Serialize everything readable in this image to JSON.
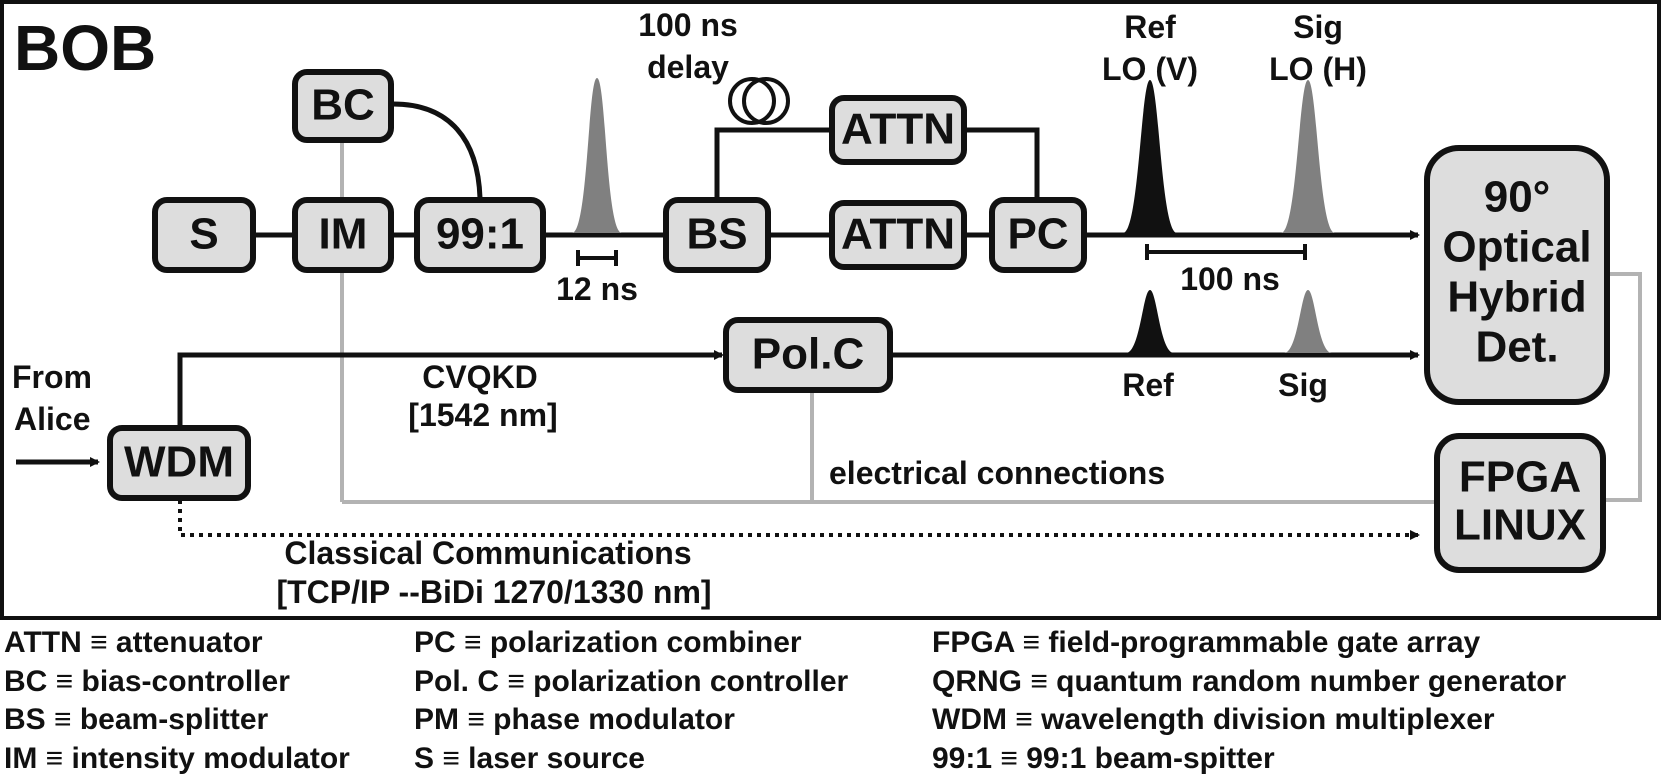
{
  "title": "BOB",
  "blocks": {
    "s": "S",
    "im": "IM",
    "bc": "BC",
    "splitter99": "99:1",
    "bs": "BS",
    "attn_top": "ATTN",
    "attn_bottom": "ATTN",
    "pc": "PC",
    "hybrid": [
      "90°",
      "Optical",
      "Hybrid",
      "Det."
    ],
    "polc": "Pol.C",
    "wdm": "WDM",
    "fpga": [
      "FPGA",
      "LINUX"
    ]
  },
  "labels": {
    "delay": [
      "100 ns",
      "delay"
    ],
    "pulse_width": "12 ns",
    "ref_lo": [
      "Ref",
      "LO (V)"
    ],
    "sig_lo": [
      "Sig",
      "LO (H)"
    ],
    "spacing": "100 ns",
    "from_alice": [
      "From",
      "Alice"
    ],
    "cvqkd": [
      "CVQKD",
      "[1542 nm]"
    ],
    "ref": "Ref",
    "sig": "Sig",
    "electrical": "electrical connections",
    "classical": [
      "Classical Communications",
      "[TCP/IP --BiDi 1270/1330 nm]"
    ]
  },
  "legend": {
    "col1": [
      "ATTN ≡ attenuator",
      "BC ≡ bias-controller",
      "BS ≡ beam-splitter",
      "IM ≡ intensity modulator"
    ],
    "col2": [
      "PC ≡ polarization combiner",
      "Pol. C ≡ polarization controller",
      "PM ≡ phase modulator",
      "S ≡ laser source"
    ],
    "col3": [
      "FPGA ≡ field-programmable gate array",
      "QRNG ≡ quantum random number generator",
      "WDM ≡ wavelength division multiplexer",
      "99:1 ≡ 99:1 beam-spitter"
    ]
  },
  "colors": {
    "block_fill": "#dddddd",
    "electrical_line": "#b3b3b3",
    "pulse_ref": "#111111",
    "pulse_sig": "#808080"
  }
}
